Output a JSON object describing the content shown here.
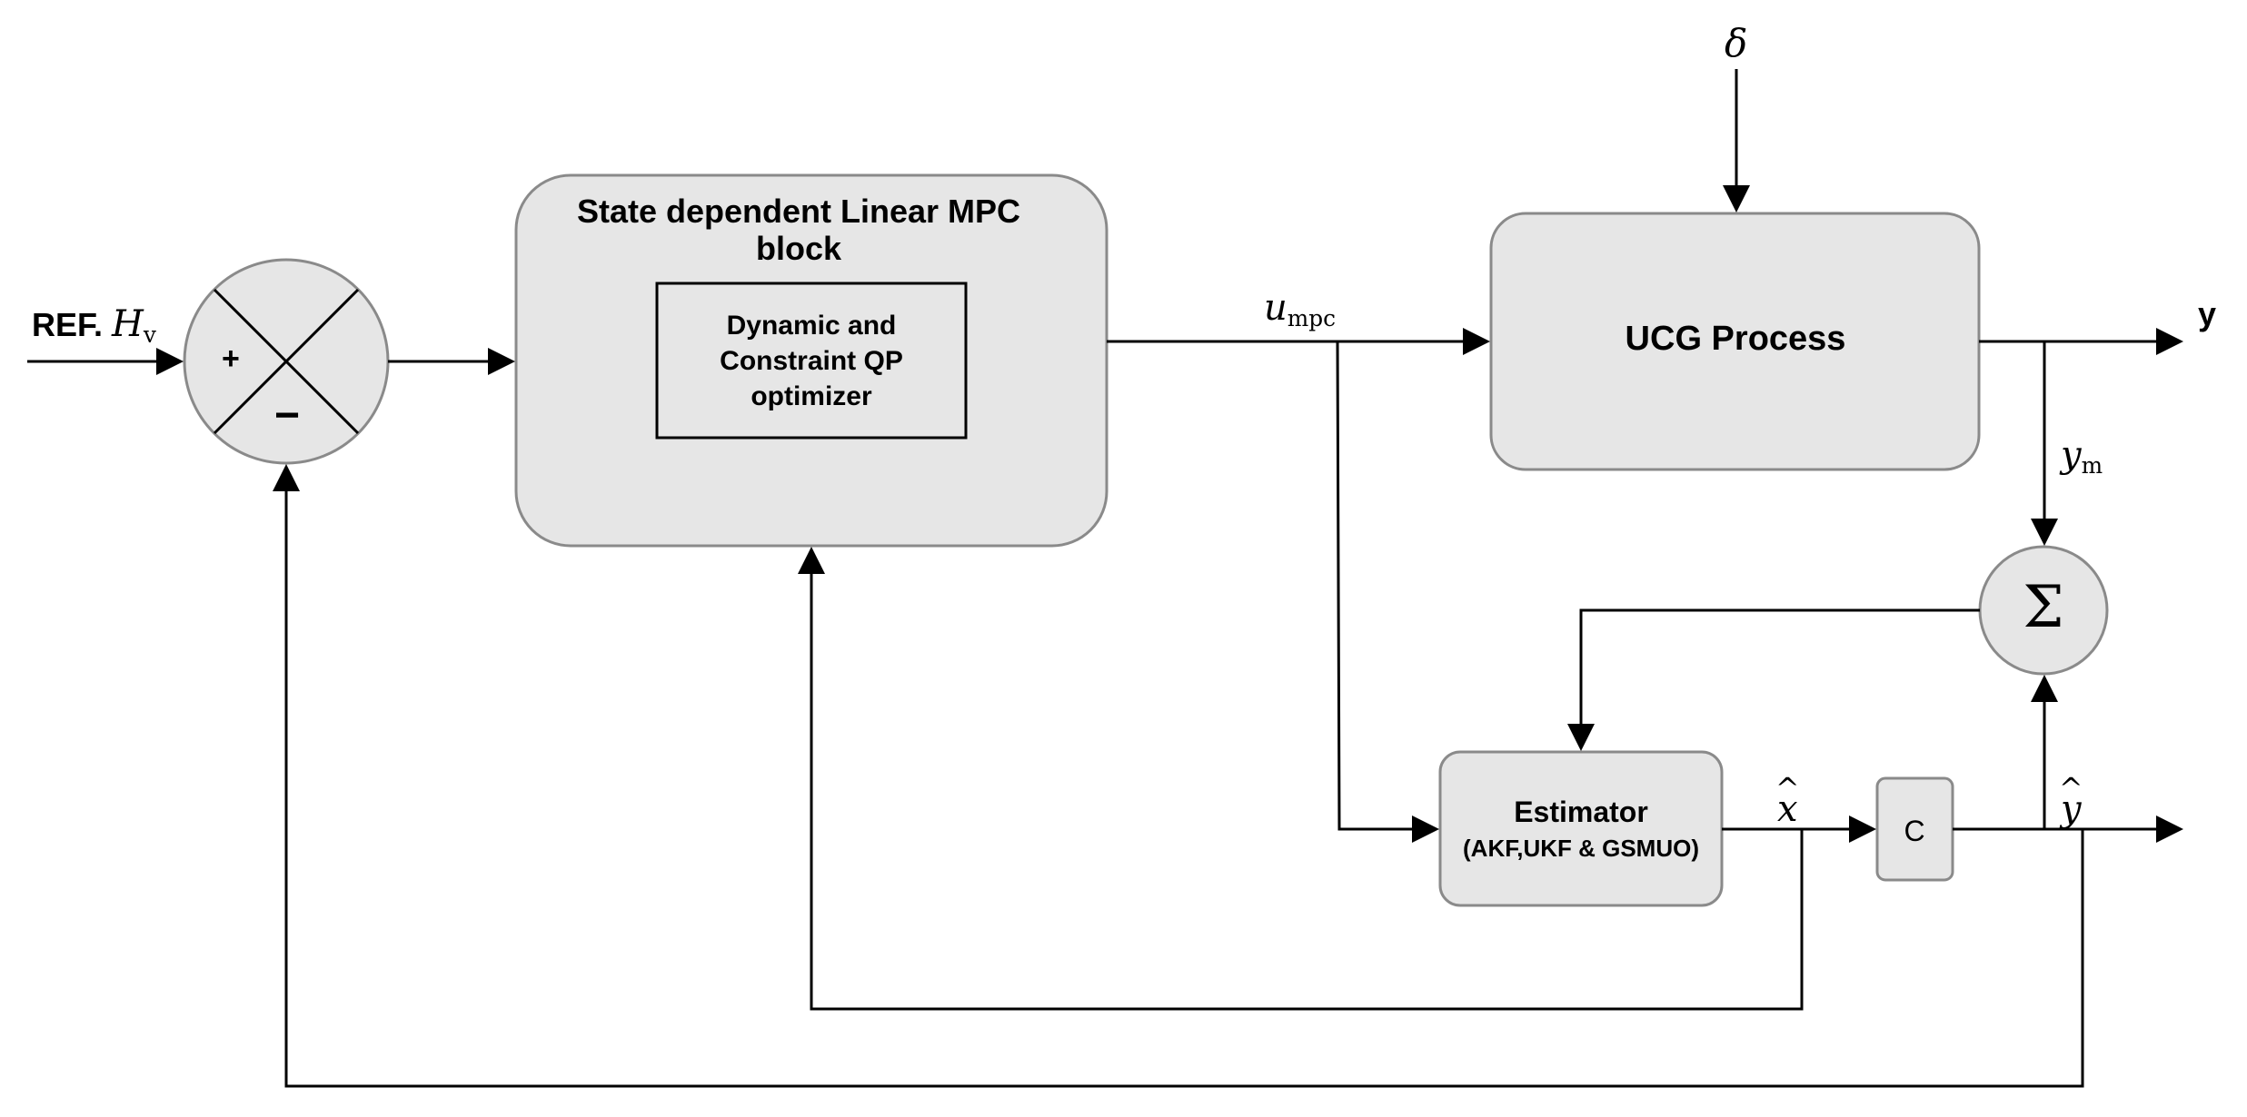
{
  "diagram": {
    "ref_label": "REF.",
    "ref_symbol": "H",
    "ref_symbol_sub": "v",
    "sum_plus": "+",
    "sum_minus": "−",
    "mpc_block_title": "State dependent Linear MPC block",
    "qp_optimizer_label": "Dynamic and Constraint QP optimizer",
    "u_mpc_symbol": "u",
    "u_mpc_sub": "mpc",
    "disturbance_symbol": "δ",
    "process_label": "UCG Process",
    "output_y_label": "y",
    "y_m_symbol": "y",
    "y_m_sub": "m",
    "sigma_symbol": "Σ",
    "estimator_title": "Estimator",
    "estimator_subtitle": "(AKF,UKF & GSMUO)",
    "x_hat_symbol": "x",
    "c_block_label": "C",
    "y_hat_symbol": "y"
  }
}
